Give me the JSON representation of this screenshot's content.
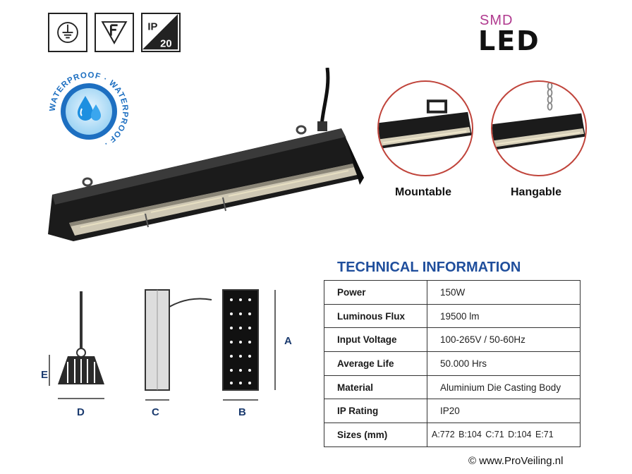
{
  "certifications": {
    "ip_line1": "IP",
    "ip_line2": "20"
  },
  "brand": {
    "small": "SMD",
    "big": "LED"
  },
  "badge": {
    "ring_text": "WATERPROOF · WATERPROOF · "
  },
  "features": {
    "mountable": "Mountable",
    "hangable": "Hangable"
  },
  "dimensions": {
    "a": "A",
    "b": "B",
    "c": "C",
    "d": "D",
    "e": "E"
  },
  "technical": {
    "title": "TECHNICAL INFORMATION",
    "rows": [
      {
        "label": "Power",
        "value": "150W"
      },
      {
        "label": "Luminous Flux",
        "value": "19500 lm"
      },
      {
        "label": "Input Voltage",
        "value": "100-265V / 50-60Hz"
      },
      {
        "label": "Average Life",
        "value": "50.000 Hrs"
      },
      {
        "label": "Material",
        "value": "Aluminium Die Casting Body"
      },
      {
        "label": "IP Rating",
        "value": "IP20"
      },
      {
        "label": "Sizes (mm)",
        "value": "A:772  B:104  C:71  D:104  E:71"
      }
    ]
  },
  "footer": {
    "watermark": "© www.ProVeiling.nl"
  },
  "colors": {
    "title_blue": "#1f4e9c",
    "badge_blue": "#1d6fc1",
    "circle_red": "#c0443b",
    "brand_magenta": "#b03a8f"
  },
  "icons": [
    "earth-ground-icon",
    "f-mark-icon",
    "ip20-icon",
    "waterproof-droplets-icon"
  ]
}
